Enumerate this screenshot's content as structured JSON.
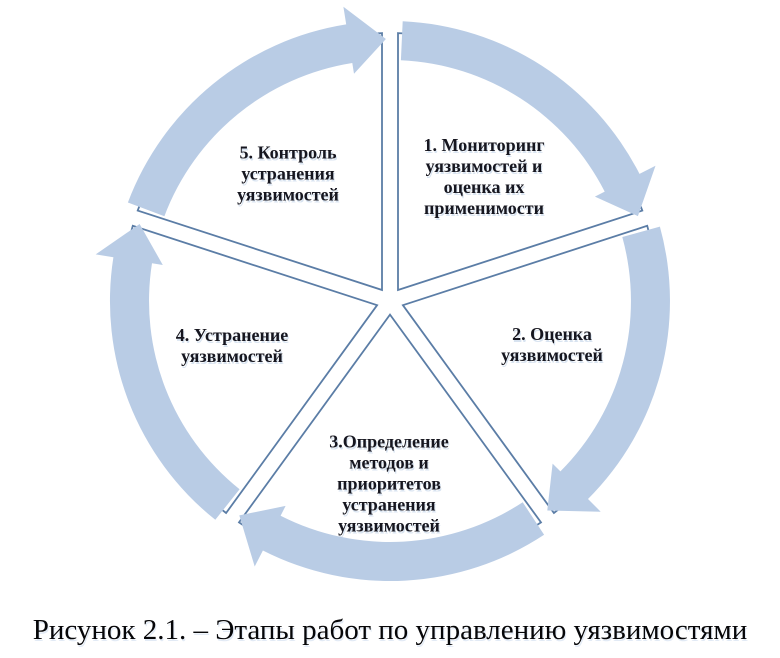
{
  "figure": {
    "caption": "Рисунок 2.1. – Этапы работ по управлению уязвимостями"
  },
  "diagram": {
    "type": "segmented-cycle",
    "direction": "clockwise",
    "colors": {
      "band_fill": "#b9cce5",
      "wedge_fill": "#ffffff",
      "wedge_outline": "#5b7da6",
      "label_text": "#16161f"
    },
    "segments": [
      {
        "id": 1,
        "label": "1. Мониторинг\nуязвимостей и\nоценка их\nприменимости"
      },
      {
        "id": 2,
        "label": "2. Оценка\nуязвимостей"
      },
      {
        "id": 3,
        "label": "3.Определение\nметодов и\nприоритетов\nустранения\nуязвимостей"
      },
      {
        "id": 4,
        "label": "4. Устранение\nуязвимостей"
      },
      {
        "id": 5,
        "label": "5. Контроль\nустранения\nуязвимостей"
      }
    ]
  }
}
